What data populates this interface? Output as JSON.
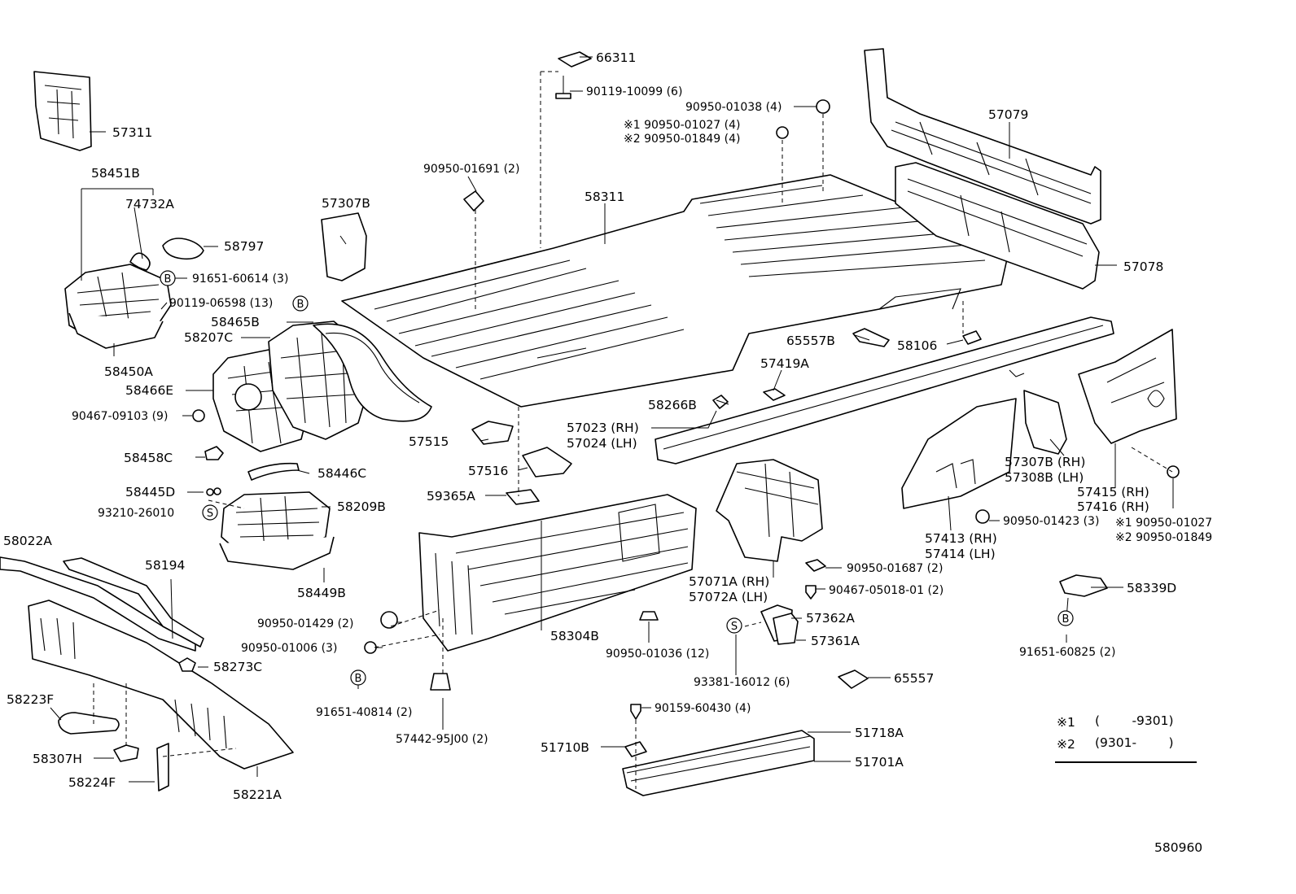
{
  "diagram_id": "580960",
  "legend": {
    "row1_mark": "※1",
    "row1_text": "(        -9301)",
    "row2_mark": "※2",
    "row2_text": "(9301-        )"
  },
  "callouts": [
    {
      "name": "part-57311",
      "label": "57311"
    },
    {
      "name": "part-58451b",
      "label": "58451B"
    },
    {
      "name": "part-74732a",
      "label": "74732A"
    },
    {
      "name": "part-58797",
      "label": "58797"
    },
    {
      "name": "part-91651-60614",
      "label": "91651-60614 (3)",
      "badge": "B"
    },
    {
      "name": "part-90119-06598",
      "label": "90119-06598 (13)",
      "badge": "B"
    },
    {
      "name": "part-58465b",
      "label": "58465B"
    },
    {
      "name": "part-58207c",
      "label": "58207C"
    },
    {
      "name": "part-58450a",
      "label": "58450A"
    },
    {
      "name": "part-58466e",
      "label": "58466E"
    },
    {
      "name": "part-90467-09103",
      "label": "90467-09103 (9)"
    },
    {
      "name": "part-58458c",
      "label": "58458C"
    },
    {
      "name": "part-58446c",
      "label": "58446C"
    },
    {
      "name": "part-58445d",
      "label": "58445D"
    },
    {
      "name": "part-93210-26010",
      "label": "93210-26010",
      "badge": "S"
    },
    {
      "name": "part-58209b",
      "label": "58209B"
    },
    {
      "name": "part-58449b",
      "label": "58449B"
    },
    {
      "name": "part-58022a",
      "label": "58022A"
    },
    {
      "name": "part-58194",
      "label": "58194"
    },
    {
      "name": "part-58273c",
      "label": "58273C"
    },
    {
      "name": "part-58223f",
      "label": "58223F"
    },
    {
      "name": "part-58307h",
      "label": "58307H"
    },
    {
      "name": "part-58224f",
      "label": "58224F"
    },
    {
      "name": "part-58221a",
      "label": "58221A"
    },
    {
      "name": "part-57307b",
      "label": "57307B"
    },
    {
      "name": "part-66311",
      "label": "66311"
    },
    {
      "name": "part-90119-10099",
      "label": "90119-10099 (6)"
    },
    {
      "name": "part-90950-01691",
      "label": "90950-01691 (2)"
    },
    {
      "name": "part-58311",
      "label": "58311"
    },
    {
      "name": "part-90950-01038",
      "label": "90950-01038 (4)"
    },
    {
      "name": "part-90950-01027-top",
      "label": "※1 90950-01027 (4)"
    },
    {
      "name": "part-90950-01849-top",
      "label": "※2 90950-01849 (4)"
    },
    {
      "name": "part-57079",
      "label": "57079"
    },
    {
      "name": "part-57078",
      "label": "57078"
    },
    {
      "name": "part-65557b",
      "label": "65557B"
    },
    {
      "name": "part-58106",
      "label": "58106"
    },
    {
      "name": "part-57419a",
      "label": "57419A"
    },
    {
      "name": "part-58266b",
      "label": "58266B"
    },
    {
      "name": "part-57023",
      "label": "57023 (RH)"
    },
    {
      "name": "part-57024",
      "label": "57024 (LH)"
    },
    {
      "name": "part-57515",
      "label": "57515"
    },
    {
      "name": "part-57516",
      "label": "57516"
    },
    {
      "name": "part-59365a",
      "label": "59365A"
    },
    {
      "name": "part-57307b-rh",
      "label": "57307B (RH)"
    },
    {
      "name": "part-57308b-lh",
      "label": "57308B (LH)"
    },
    {
      "name": "part-57415-rh",
      "label": "57415 (RH)"
    },
    {
      "name": "part-57416-rh",
      "label": "57416 (RH)"
    },
    {
      "name": "part-90950-01027-right",
      "label": "※1 90950-01027"
    },
    {
      "name": "part-90950-01849-right",
      "label": "※2 90950-01849"
    },
    {
      "name": "part-90950-01423",
      "label": "90950-01423 (3)"
    },
    {
      "name": "part-57413-rh",
      "label": "57413 (RH)"
    },
    {
      "name": "part-57414-lh",
      "label": "57414 (LH)"
    },
    {
      "name": "part-90950-01687",
      "label": "90950-01687 (2)"
    },
    {
      "name": "part-57071a",
      "label": "57071A (RH)"
    },
    {
      "name": "part-57072a",
      "label": "57072A (LH)"
    },
    {
      "name": "part-90467-05018-01",
      "label": "90467-05018-01 (2)"
    },
    {
      "name": "part-57362a",
      "label": "57362A"
    },
    {
      "name": "part-57361a",
      "label": "57361A"
    },
    {
      "name": "part-93381-16012",
      "label": "93381-16012 (6)",
      "badge": "S"
    },
    {
      "name": "part-58339d",
      "label": "58339D"
    },
    {
      "name": "part-91651-60825",
      "label": "91651-60825 (2)",
      "badge": "B"
    },
    {
      "name": "part-65557",
      "label": "65557"
    },
    {
      "name": "part-90950-01429",
      "label": "90950-01429 (2)"
    },
    {
      "name": "part-90950-01006",
      "label": "90950-01006 (3)"
    },
    {
      "name": "part-58304b",
      "label": "58304B"
    },
    {
      "name": "part-90950-01036",
      "label": "90950-01036 (12)"
    },
    {
      "name": "part-91651-40814",
      "label": "91651-40814 (2)",
      "badge": "B"
    },
    {
      "name": "part-57442-95j00",
      "label": "57442-95J00 (2)"
    },
    {
      "name": "part-90159-60430",
      "label": "90159-60430 (4)"
    },
    {
      "name": "part-51718a",
      "label": "51718A"
    },
    {
      "name": "part-51710b",
      "label": "51710B"
    },
    {
      "name": "part-51701a",
      "label": "51701A"
    }
  ]
}
